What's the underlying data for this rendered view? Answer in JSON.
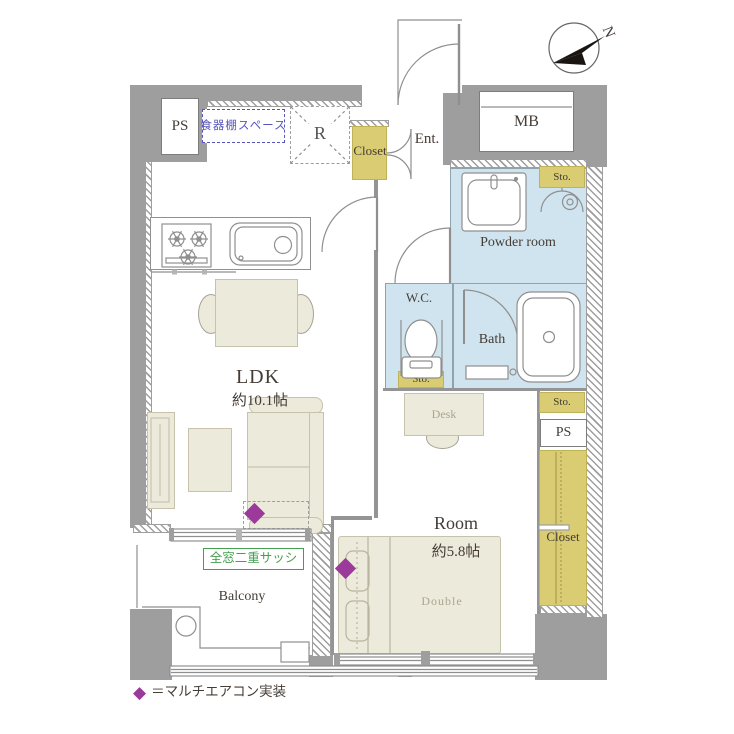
{
  "compass": {
    "north_label": "N"
  },
  "rooms": {
    "ldk": {
      "name": "LDK",
      "area": "約10.1帖"
    },
    "bedroom": {
      "name": "Room",
      "area": "約5.8帖"
    },
    "powder_room": {
      "name": "Powder room"
    },
    "wc": {
      "name": "W.C."
    },
    "bath": {
      "name": "Bath"
    },
    "entrance": {
      "name": "Ent."
    },
    "balcony": {
      "name": "Balcony"
    }
  },
  "storage": {
    "entrance_closet": "Closet",
    "bedroom_closet": "Closet",
    "powder_storage": "Sto.",
    "wc_storage": "Sto.",
    "hall_storage": "Sto.",
    "kitchen_pipe_space": "PS",
    "bedroom_pipe_space": "PS",
    "meter_box": "MB"
  },
  "annotations": {
    "dish_shelf_space": "食器棚スペース",
    "refrigerator_space": "R",
    "double_sash_windows": "全窓二重サッシ",
    "desk": "Desk",
    "double_bed": "Double"
  },
  "legend": {
    "marker_symbol": "◆",
    "text": "＝マルチエアコン実装"
  },
  "colors": {
    "wall_gray": "#9e9e9e",
    "water_blue": "#cfe4ef",
    "storage_yellow": "#d9cc72",
    "furniture_beige": "#eceadb",
    "aircon_purple": "#9b3a9b",
    "note_blue": "#5555bb",
    "note_green": "#44a04e"
  }
}
